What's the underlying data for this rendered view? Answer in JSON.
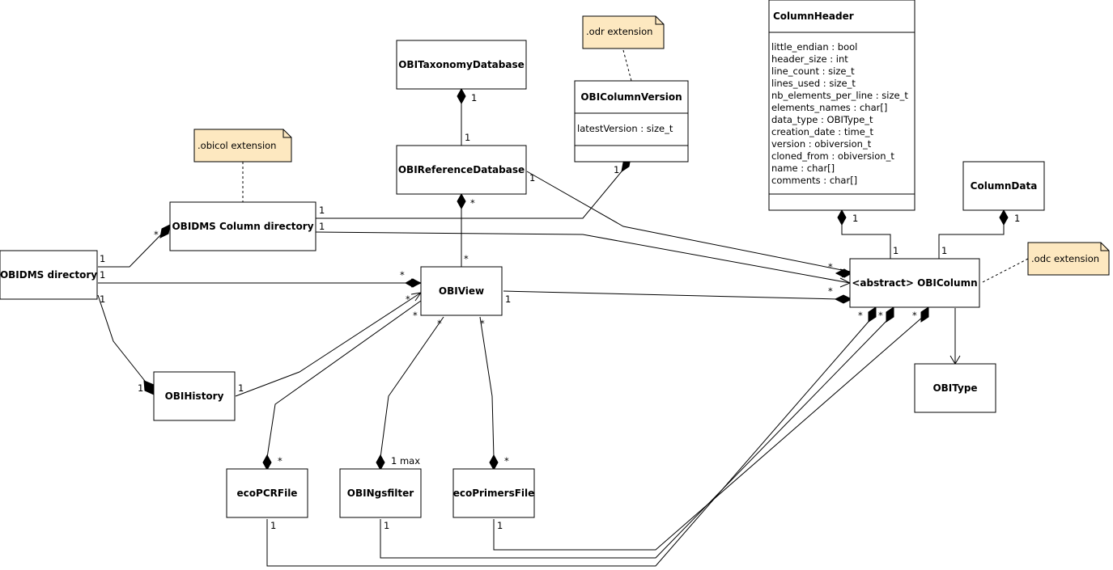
{
  "classes": {
    "obidms_directory": "OBIDMS directory",
    "obidms_column_directory": "OBIDMS Column directory",
    "obi_taxonomy_database": "OBITaxonomyDatabase",
    "obi_reference_database": "OBIReferenceDatabase",
    "obi_column_version": {
      "name": "OBIColumnVersion",
      "attributes": [
        "latestVersion : size_t"
      ]
    },
    "column_header": {
      "name": "ColumnHeader",
      "attributes": [
        "little_endian : bool",
        "header_size : int",
        "line_count : size_t",
        "lines_used : size_t",
        "nb_elements_per_line : size_t",
        "elements_names : char[]",
        "data_type : OBIType_t",
        "creation_date : time_t",
        "version : obiversion_t",
        "cloned_from : obiversion_t",
        "name : char[]",
        "comments : char[]"
      ]
    },
    "column_data": "ColumnData",
    "obi_view": "OBIView",
    "obi_column": "<abstract> OBIColumn",
    "obi_history": "OBIHistory",
    "obi_type": "OBIType",
    "eco_pcr_file": "ecoPCRFile",
    "obi_ngsfilter": "OBINgsfilter",
    "eco_primers_file": "ecoPrimersFile"
  },
  "notes": {
    "odr": ".odr extension",
    "obicol": ".obicol extension",
    "odc": ".odc extension"
  },
  "multiplicities": {
    "taxonomy_ref_top": "1",
    "taxonomy_ref_bottom": "1",
    "ref_view_top": "*",
    "ref_view_bottom": "*",
    "ref_column": "1",
    "coldir_dms": "*",
    "coldir_ref_upper": "1",
    "coldir_ref_lower": "1",
    "version_coldir": "1",
    "dms_coldir": "1",
    "dms_view": "1",
    "dms_history": "1",
    "history_dms": "1",
    "view_dms": "*",
    "view_history": "*",
    "view_ecopcr": "*",
    "view_ngsfilter": "*",
    "view_primers": "*",
    "view_column": "1",
    "history_view": "1",
    "ecopcr_view": "*",
    "ngsfilter_view": "1 max",
    "primers_view": "*",
    "ecopcr_column": "1",
    "ngsfilter_column": "1",
    "primers_column": "1",
    "column_ref": "*",
    "column_view": "*",
    "column_bottom_1": "*",
    "column_bottom_2": "*",
    "column_bottom_3": "*",
    "header_column_top": "1",
    "header_column_bottom": "1",
    "data_column_top": "1",
    "data_column_bottom": "1"
  }
}
